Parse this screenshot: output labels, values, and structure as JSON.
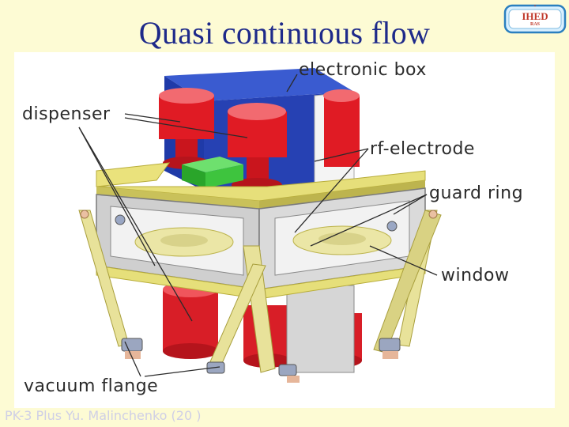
{
  "slide": {
    "title": "Quasi continuous flow",
    "footer": "PK-3 Plus Yu. Malinchenko (20  )"
  },
  "logo": {
    "text": "IHED",
    "subtext": "RAS"
  },
  "diagram": {
    "labels": {
      "electronic_box": "electronic box",
      "dispenser": "dispenser",
      "rf_electrode": "rf-electrode",
      "guard_ring": "guard ring",
      "window": "window",
      "vacuum_flange": "vacuum flange"
    }
  },
  "colors": {
    "background": "#fdfbd4",
    "title": "#1e2a8a",
    "dispenser": "#e01b24",
    "electronic_box": "#2641b3",
    "frame": "#e6df7a",
    "housing": "#c8c8c8",
    "green_block": "#3ec43e"
  }
}
